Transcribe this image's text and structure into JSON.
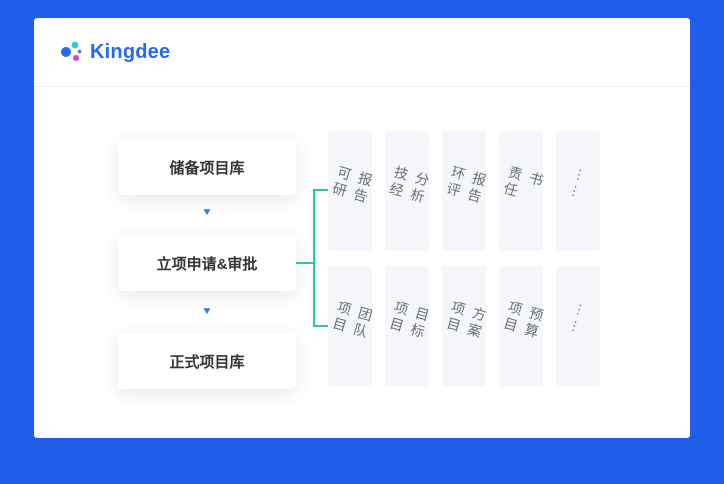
{
  "brand": {
    "name": "Kingdee"
  },
  "flow": {
    "steps": [
      "储备项目库",
      "立项申请&审批",
      "正式项目库"
    ]
  },
  "attachments": {
    "row1": [
      "可研报告",
      "技经分析",
      "环评报告",
      "责任书",
      "……"
    ],
    "row2": [
      "项目团队",
      "项目目标",
      "项目方案",
      "项目预算",
      "……"
    ]
  },
  "icons": {
    "arrow_down": "▼"
  },
  "colors": {
    "page_background": "#1e5eeb",
    "brand_blue": "#2569f2",
    "connector_teal": "#2bc7a6",
    "arrow_blue": "#2f7cf3",
    "card_background": "#f5f6f9"
  }
}
